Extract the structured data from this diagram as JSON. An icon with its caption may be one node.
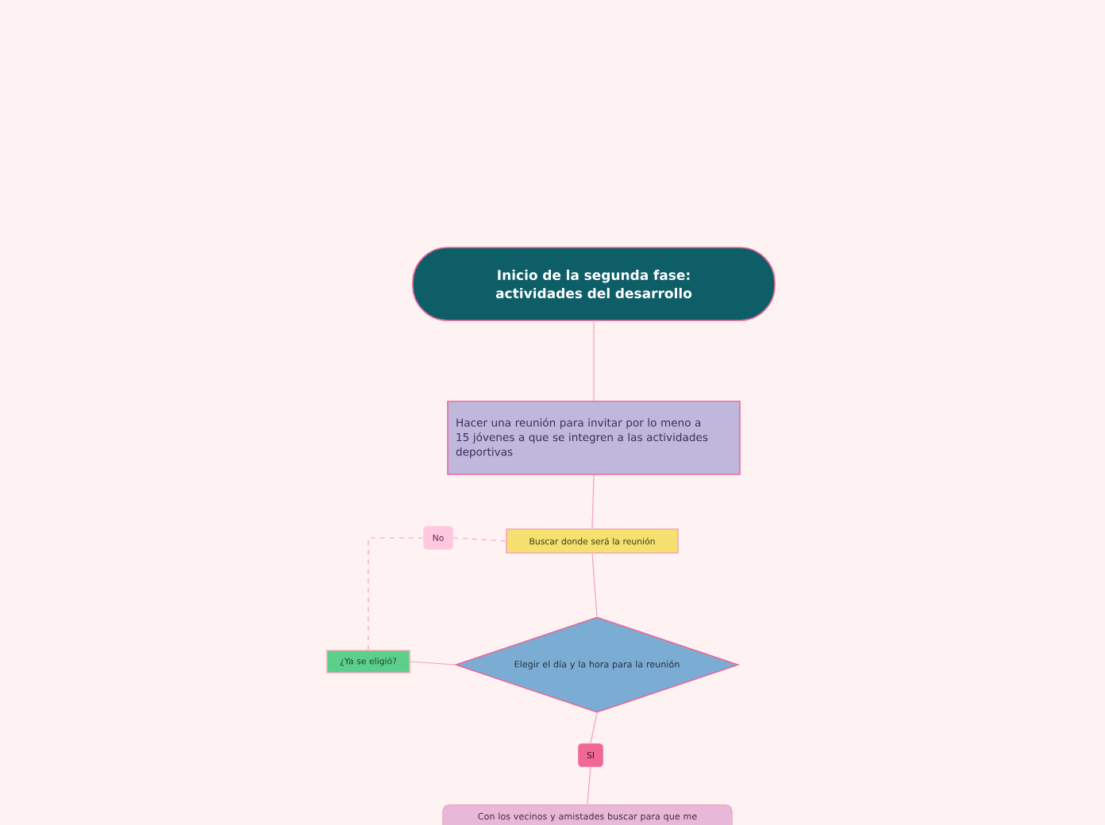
{
  "diagram": {
    "nodes": [
      {
        "text": [
          "Inicio de la segunda fase: actividades del desarrollo"
        ]
      },
      {
        "text": [
          "Hacer una reunión para invitar por lo meno a 15 jóvenes a que se integren a las actividades deportivas"
        ]
      },
      {
        "text": [
          "Buscar donde será la reunión"
        ]
      },
      {
        "text": [
          "Elegir el día y la hora para la reunión"
        ]
      },
      {
        "text": [
          "¿Ya se eligió?"
        ]
      },
      {
        "text": [
          "No"
        ]
      },
      {
        "text": [
          "SI"
        ]
      },
      {
        "text": [
          "Con los vecinos y amistades buscar para que me"
        ]
      }
    ],
    "edges": [
      {
        "from": 0,
        "to": 1,
        "arrow": "none"
      },
      {
        "from": 1,
        "to": 2,
        "arrow": "none"
      },
      {
        "from": 2,
        "to": 3,
        "arrow": "none"
      },
      {
        "from": 3,
        "to": 4,
        "arrow": "none"
      },
      {
        "from": 4,
        "to": 5,
        "arrow": "none",
        "style": "dashed"
      },
      {
        "from": 5,
        "to": 2,
        "arrow": "none",
        "style": "dashed"
      },
      {
        "from": 3,
        "to": 6,
        "arrow": "none"
      },
      {
        "from": 6,
        "to": 7,
        "arrow": "none"
      }
    ]
  }
}
